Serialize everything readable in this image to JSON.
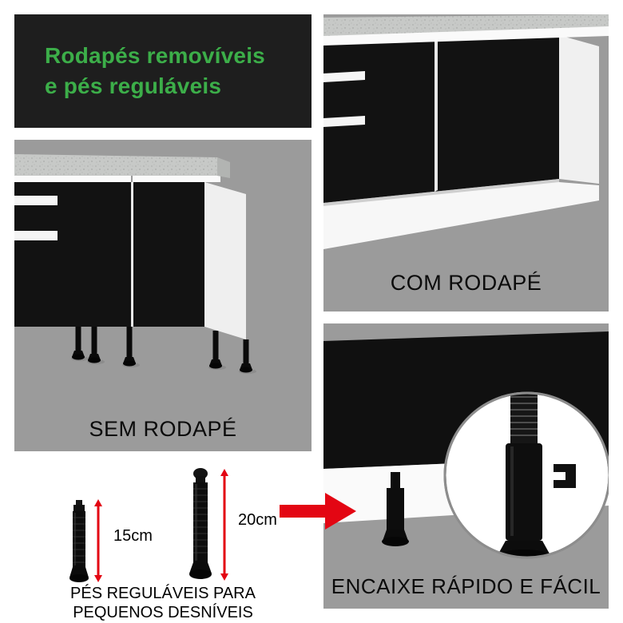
{
  "banner": {
    "line1": "Rodapés removíveis",
    "line2": "e pés reguláveis"
  },
  "panels": {
    "com_rodape": {
      "label": "COM RODAPÉ"
    },
    "sem_rodape": {
      "label": "SEM RODAPÉ"
    },
    "encaixe": {
      "label": "ENCAIXE RÁPIDO E FÁCIL"
    }
  },
  "feet_figure": {
    "small_foot_height": "15cm",
    "large_foot_height": "20cm",
    "caption_line1": "PÉS REGULÁVEIS PARA",
    "caption_line2": "PEQUENOS DESNÍVEIS"
  },
  "icons": {
    "red_arrow": "solid right-pointing arrow",
    "dimension_15cm": "vertical double-headed red measure line",
    "dimension_20cm": "vertical double-headed red measure line",
    "zoom_inset": "circular magnifier close-up inset"
  },
  "colors": {
    "accent_green": "#3CAE49",
    "banner_background": "#1E1E1E",
    "panel_gray": "#9B9B9B",
    "highlight_red": "#E30613",
    "cabinet_black": "#121212",
    "countertop_gray": "#C7C9C7"
  }
}
